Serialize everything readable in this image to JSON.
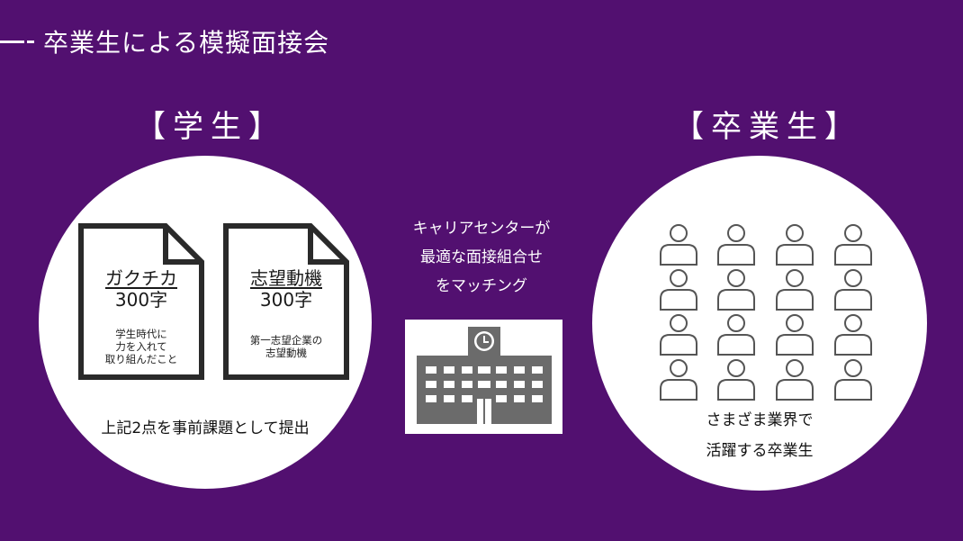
{
  "page_title": "卒業生による模擬面接会",
  "left_heading": "【学生】",
  "right_heading": "【卒業生】",
  "documents": [
    {
      "title": "ガクチカ",
      "count": "300字",
      "desc_lines": [
        "学生時代に",
        "力を入れて",
        "取り組んだこと"
      ]
    },
    {
      "title": "志望動機",
      "count": "300字",
      "desc_lines": [
        "第一志望企業の",
        "志望動機"
      ]
    }
  ],
  "left_caption": "上記2点を事前課題として提出",
  "center_lines": [
    "キャリアセンターが",
    "最適な面接組合せ",
    "をマッチング"
  ],
  "right_caption_lines": [
    "さまざま業界で",
    "活躍する卒業生"
  ],
  "icons": {
    "document": "document-icon",
    "building": "school-building-icon",
    "person": "person-icon"
  },
  "colors": {
    "background": "#521070",
    "circle": "#ffffff",
    "building": "#6b6b6b",
    "person_outline": "#555555"
  }
}
